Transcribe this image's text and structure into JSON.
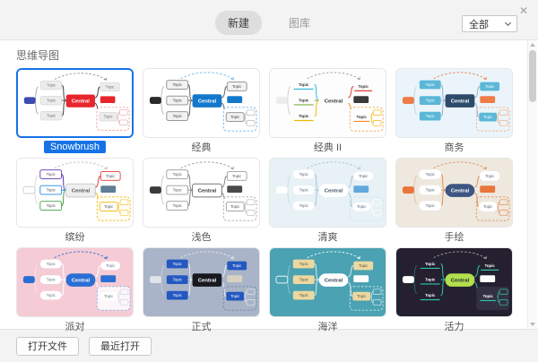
{
  "window": {
    "close_icon": "✕"
  },
  "header": {
    "tabs": [
      {
        "label": "新建",
        "active": true
      },
      {
        "label": "图库",
        "active": false
      }
    ],
    "filter": {
      "value": "全部"
    }
  },
  "section": {
    "title": "思维导图"
  },
  "thumb_labels": {
    "central": "Central",
    "topic": "Topic"
  },
  "colors": {
    "accent": "#1673e6",
    "selected_label_bg": "#1673e6",
    "selected_label_text": "#ffffff"
  },
  "templates": [
    {
      "name": "Snowbrush",
      "selected": true,
      "bg": "#ffffff",
      "line": "#3d3d3d",
      "arrow": "#8a8a8a",
      "central_fill": "#e7252c",
      "central_text": "#ffffff",
      "topic_fill": "#ececec",
      "topic_stroke": "#dcdcdc",
      "topic_text": "#777777",
      "float_fill": "#3c4cb0",
      "accent": "#e7252c",
      "box_stroke": "#ef9a9a",
      "box_fill": "#ffffff",
      "sub_stroke": "#e7a8a8"
    },
    {
      "name": "经典",
      "selected": false,
      "bg": "#ffffff",
      "line": "#666666",
      "arrow": "#6ab4e8",
      "central_fill": "#1178cc",
      "central_text": "#ffffff",
      "topic_fill": "#f2f2f2",
      "topic_stroke": "#8a8a8a",
      "topic_text": "#444444",
      "float_fill": "#2a2a2a",
      "accent": "#1178cc",
      "box_stroke": "#6ab4e8",
      "box_fill": "#ffffff",
      "sub_stroke": "#bbbbbb"
    },
    {
      "name": "经典 II",
      "selected": false,
      "bg": "#fdfdfd",
      "line": "#999999",
      "line_colors": [
        "#25b8d8",
        "#7cb342",
        "#f2b705",
        "#e53935",
        "#f28c28"
      ],
      "arrow": "#999999",
      "underline": true,
      "central_fill": "transparent",
      "central_text": "#333333",
      "topic_fill": "transparent",
      "topic_text": "#333333",
      "topic_strokes": [
        "#25b8d8",
        "#7cb342",
        "#f2b705",
        "#e53935",
        "#f28c28"
      ],
      "float_fill": "#ececec",
      "accent": "#3a3a3a",
      "box_stroke": "#f2a654",
      "box_fill": "#ffffff",
      "sub_stroke": "#f2b705"
    },
    {
      "name": "商务",
      "selected": false,
      "bg": "#ebf4fb",
      "line": "#9ab0be",
      "arrow": "#ed7d45",
      "central_fill": "#2d4a6b",
      "central_text": "#ffffff",
      "topic_fill": "#5bb7d8",
      "topic_stroke": "none",
      "topic_text": "#ffffff",
      "float_fill": "#ed7d45",
      "accent": "#ed7d45",
      "box_stroke": "#f0b080",
      "box_fill": "transparent",
      "sub_stroke": "#f0b080"
    },
    {
      "name": "缤纷",
      "selected": false,
      "bg": "#ffffff",
      "line": "#aaaaaa",
      "line_colors": [
        "#5e35b1",
        "#1e88e5",
        "#43a047",
        "#e53935",
        "#f2b705"
      ],
      "arrow": "#bbbbbb",
      "central_fill": "#efefef",
      "central_stroke": "#c9c9c9",
      "central_text": "#555555",
      "topic_fill": "#ffffff",
      "topic_text": "#555555",
      "topic_strokes": [
        "#5e35b1",
        "#1e88e5",
        "#43a047",
        "#e53935",
        "#f2b705"
      ],
      "float_fill": "#ffffff",
      "float_stroke": "#cccccc",
      "accent": "#5f7d95",
      "box_stroke": "#f2b705",
      "box_fill": "#fffdf4",
      "sub_stroke": "#f2c94c"
    },
    {
      "name": "浅色",
      "selected": false,
      "bg": "#ffffff",
      "line": "#888888",
      "arrow": "#999999",
      "central_fill": "#ffffff",
      "central_stroke": "#777777",
      "central_text": "#333333",
      "topic_fill": "#ffffff",
      "topic_stroke": "#999999",
      "topic_text": "#555555",
      "float_fill": "#3a3a3a",
      "accent": "#4a4a4a",
      "box_stroke": "#aaaaaa",
      "box_fill": "#ffffff",
      "sub_stroke": "#bbbbbb"
    },
    {
      "name": "清爽",
      "selected": false,
      "bg": "#e7f1f6",
      "line": "#a8c4d4",
      "arrow": "#a8c4d4",
      "central_fill": "#ffffff",
      "central_text": "#445566",
      "central_rx": 8,
      "topic_fill": "#ffffff",
      "topic_stroke": "none",
      "topic_text": "#566677",
      "topic_rx": 5,
      "float_fill": "#ffffff",
      "accent": "#62a8dc",
      "box_stroke": "#cfe2ec",
      "box_fill": "transparent",
      "sub_stroke": "#ffffff",
      "sub_fill": "#ffffff"
    },
    {
      "name": "手绘",
      "selected": false,
      "bg": "#eee8de",
      "line": "#e09060",
      "arrow": "#e09060",
      "central_fill": "#3d5580",
      "central_text": "#ffffff",
      "central_rx": 8,
      "topic_fill": "#ffffff",
      "topic_stroke": "#ffffff",
      "topic_text": "#556677",
      "topic_rx": 5,
      "float_fill": "#e8763a",
      "accent": "#e8763a",
      "box_stroke": "#e8915a",
      "box_fill": "transparent",
      "sub_stroke": "#e8915a"
    },
    {
      "name": "派对",
      "selected": false,
      "bg": "#f5cbd5",
      "line": "#ffffff",
      "arrow": "#2a6fd4",
      "central_fill": "#2a6fd4",
      "central_text": "#ffffff",
      "central_rx": 7,
      "topic_fill": "#ffffff",
      "topic_stroke": "none",
      "topic_text": "#667788",
      "topic_rx": 5,
      "float_fill": "#2a6fd4",
      "accent": "#2a6fd4",
      "box_stroke": "#8fb4e8",
      "box_fill": "#fdf6f8",
      "sub_stroke": "#c8d8f0"
    },
    {
      "name": "正式",
      "selected": false,
      "bg": "#a9b4c8",
      "line": "#e8ecf2",
      "arrow": "#e8ecf2",
      "central_fill": "#17191f",
      "central_text": "#ffffff",
      "topic_fill": "#2458c0",
      "topic_stroke": "none",
      "topic_text": "#ffffff",
      "float_fill": "#dfe3ea",
      "accent": "#d8d2c2",
      "box_stroke": "#7888a8",
      "box_fill": "transparent",
      "sub_stroke": "#dfe3ea"
    },
    {
      "name": "海洋",
      "selected": false,
      "bg": "#4aa2b2",
      "line": "#d8eef2",
      "arrow": "#ffffff",
      "central_fill": "#ffffff",
      "central_text": "#334455",
      "central_rx": 8,
      "topic_fill": "#ecd8a0",
      "topic_stroke": "none",
      "topic_text": "#555544",
      "float_fill": "transparent",
      "float_stroke": "#ffffff",
      "accent": "#ffffff",
      "box_stroke": "#cfe8ec",
      "box_fill": "transparent",
      "sub_stroke": "#d8ecf0"
    },
    {
      "name": "活力",
      "selected": false,
      "bg": "#242030",
      "line": "#2ec4a0",
      "arrow": "#aaaaaa",
      "underline": true,
      "central_fill": "#b2df4e",
      "central_text": "#222833",
      "central_rx": 7,
      "topic_fill": "transparent",
      "topic_text": "#ffffff",
      "topic_strokes": [
        "#2ec4a0",
        "#2ec4a0",
        "#2ec4a0",
        "#2ec4a0",
        "#2ec4a0"
      ],
      "float_fill": "#ffffff",
      "accent": "#ffffff",
      "box_stroke": "none",
      "box_fill": "#343043",
      "sub_stroke": "#2ec4a0",
      "sub_text": "#cccccc"
    }
  ],
  "footer": {
    "buttons": [
      "打开文件",
      "最近打开"
    ]
  }
}
